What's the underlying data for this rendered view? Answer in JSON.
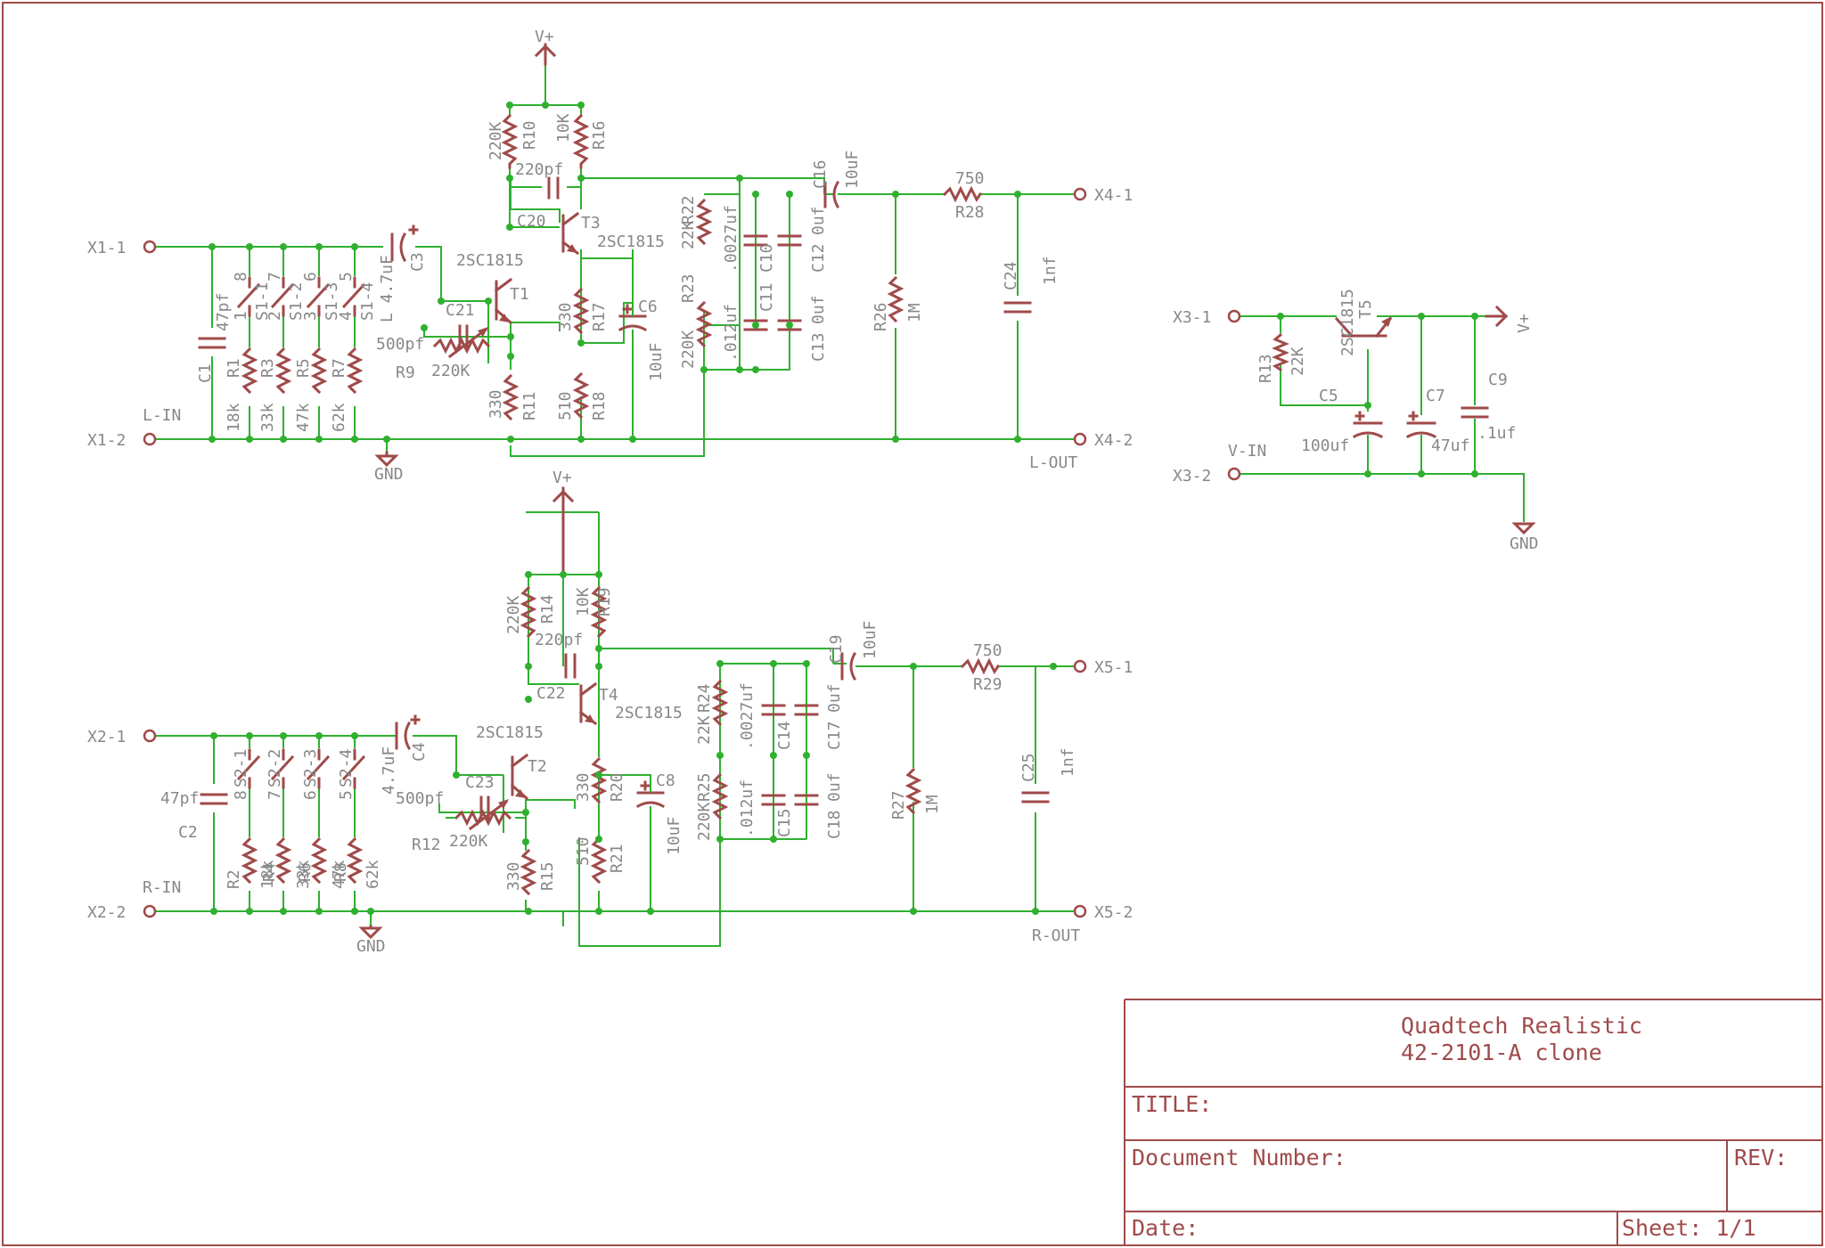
{
  "title_block": {
    "project_line1": "Quadtech Realistic",
    "project_line2": "42-2101-A clone",
    "title_label": "TITLE:",
    "document_number_label": "Document Number:",
    "rev_label": "REV:",
    "date_label": "Date:",
    "sheet_label": "Sheet: 1/1"
  },
  "left_channel": {
    "in_label": "L-IN",
    "out_label": "L-OUT",
    "pins": {
      "in1": "X1-1",
      "in2": "X1-2",
      "out1": "X4-1",
      "out2": "X4-2"
    },
    "supply": "V+",
    "ground": "GND",
    "switch_labels": [
      "S1-1",
      "S1-2",
      "S1-3",
      "S1-4"
    ],
    "switch_pins_top": [
      "8",
      "7",
      "6",
      "5"
    ],
    "switch_pins_bottom": [
      "1",
      "2",
      "3",
      "4"
    ],
    "input_resistors": [
      {
        "ref": "R1",
        "value": "18k"
      },
      {
        "ref": "R3",
        "value": "33k"
      },
      {
        "ref": "R5",
        "value": "47k"
      },
      {
        "ref": "R7",
        "value": "62k"
      }
    ],
    "c1": {
      "ref": "C1",
      "value": "47pf"
    },
    "c3": {
      "ref": "C3",
      "value": "L 4.7uF"
    },
    "t1": {
      "ref": "T1",
      "type": "2SC1815"
    },
    "t3": {
      "ref": "T3",
      "type": "2SC1815"
    },
    "c21": {
      "ref": "C21",
      "value": "500pf"
    },
    "r9": {
      "ref": "R9",
      "value": "220K"
    },
    "r10": {
      "ref": "R10",
      "value": "220K"
    },
    "r16": {
      "ref": "R16",
      "value": "10K"
    },
    "c20": {
      "ref": "C20",
      "value": "220pf"
    },
    "r11": {
      "ref": "R11",
      "value": "330"
    },
    "r17": {
      "ref": "R17",
      "value": "330"
    },
    "r18": {
      "ref": "R18",
      "value": "510"
    },
    "c6": {
      "ref": "C6",
      "value": "10uF"
    },
    "r22": {
      "ref": "R22",
      "value": "22K"
    },
    "r23": {
      "ref": "R23",
      "value": "220K"
    },
    "c10": {
      "ref": "C10",
      "value": ".0027uf"
    },
    "c11": {
      "ref": "C11",
      "value": ".012uf"
    },
    "c12": {
      "ref": "C12",
      "value": "0uf"
    },
    "c13": {
      "ref": "C13",
      "value": "0uf"
    },
    "c16": {
      "ref": "C16",
      "value": "10uF"
    },
    "r26": {
      "ref": "R26",
      "value": "1M"
    },
    "r28": {
      "ref": "R28",
      "value": "750"
    },
    "c24": {
      "ref": "C24",
      "value": "1nf"
    }
  },
  "right_channel": {
    "in_label": "R-IN",
    "out_label": "R-OUT",
    "pins": {
      "in1": "X2-1",
      "in2": "X2-2",
      "out1": "X5-1",
      "out2": "X5-2"
    },
    "supply": "V+",
    "ground": "GND",
    "switch_labels": [
      "S2-1",
      "S2-2",
      "S2-3",
      "S2-4"
    ],
    "switch_pins_top": [
      "8",
      "7",
      "6",
      "5"
    ],
    "input_resistors": [
      {
        "ref": "R2",
        "value": "18k"
      },
      {
        "ref": "R4",
        "value": "33k"
      },
      {
        "ref": "R6",
        "value": "47k"
      },
      {
        "ref": "R8",
        "value": "62k"
      }
    ],
    "c2": {
      "ref": "C2",
      "value": "47pf"
    },
    "c4": {
      "ref": "C4",
      "value": "4.7uF"
    },
    "t2": {
      "ref": "T2",
      "type": "2SC1815"
    },
    "t4": {
      "ref": "T4",
      "type": "2SC1815"
    },
    "c23": {
      "ref": "C23",
      "value": "500pf"
    },
    "r12": {
      "ref": "R12",
      "value": "220K"
    },
    "r14": {
      "ref": "R14",
      "value": "220K"
    },
    "r19": {
      "ref": "R19",
      "value": "10K"
    },
    "c22": {
      "ref": "C22",
      "value": "220pf"
    },
    "r15": {
      "ref": "R15",
      "value": "330"
    },
    "r20": {
      "ref": "R20",
      "value": "330"
    },
    "r21": {
      "ref": "R21",
      "value": "510"
    },
    "c8": {
      "ref": "C8",
      "value": "10uF"
    },
    "r24": {
      "ref": "R24",
      "value": "22K"
    },
    "r25": {
      "ref": "R25",
      "value": "220K"
    },
    "c14": {
      "ref": "C14",
      "value": ".0027uf"
    },
    "c15": {
      "ref": "C15",
      "value": ".012uf"
    },
    "c17": {
      "ref": "C17",
      "value": "0uf"
    },
    "c18": {
      "ref": "C18",
      "value": "0uf"
    },
    "c19": {
      "ref": "C19",
      "value": "10uF"
    },
    "r27": {
      "ref": "R27",
      "value": "1M"
    },
    "r29": {
      "ref": "R29",
      "value": "750"
    },
    "c25": {
      "ref": "C25",
      "value": "1nf"
    }
  },
  "power_supply": {
    "pins": {
      "in1": "X3-1",
      "in2": "X3-2"
    },
    "vin_label": "V-IN",
    "supply": "V+",
    "ground": "GND",
    "t5": {
      "ref": "T5",
      "type": "2SC1815"
    },
    "r13": {
      "ref": "R13",
      "value": "22K"
    },
    "c5": {
      "ref": "C5",
      "value": "100uf"
    },
    "c7": {
      "ref": "C7",
      "value": "47uf"
    },
    "c9": {
      "ref": "C9",
      "value": ".1uf"
    }
  }
}
